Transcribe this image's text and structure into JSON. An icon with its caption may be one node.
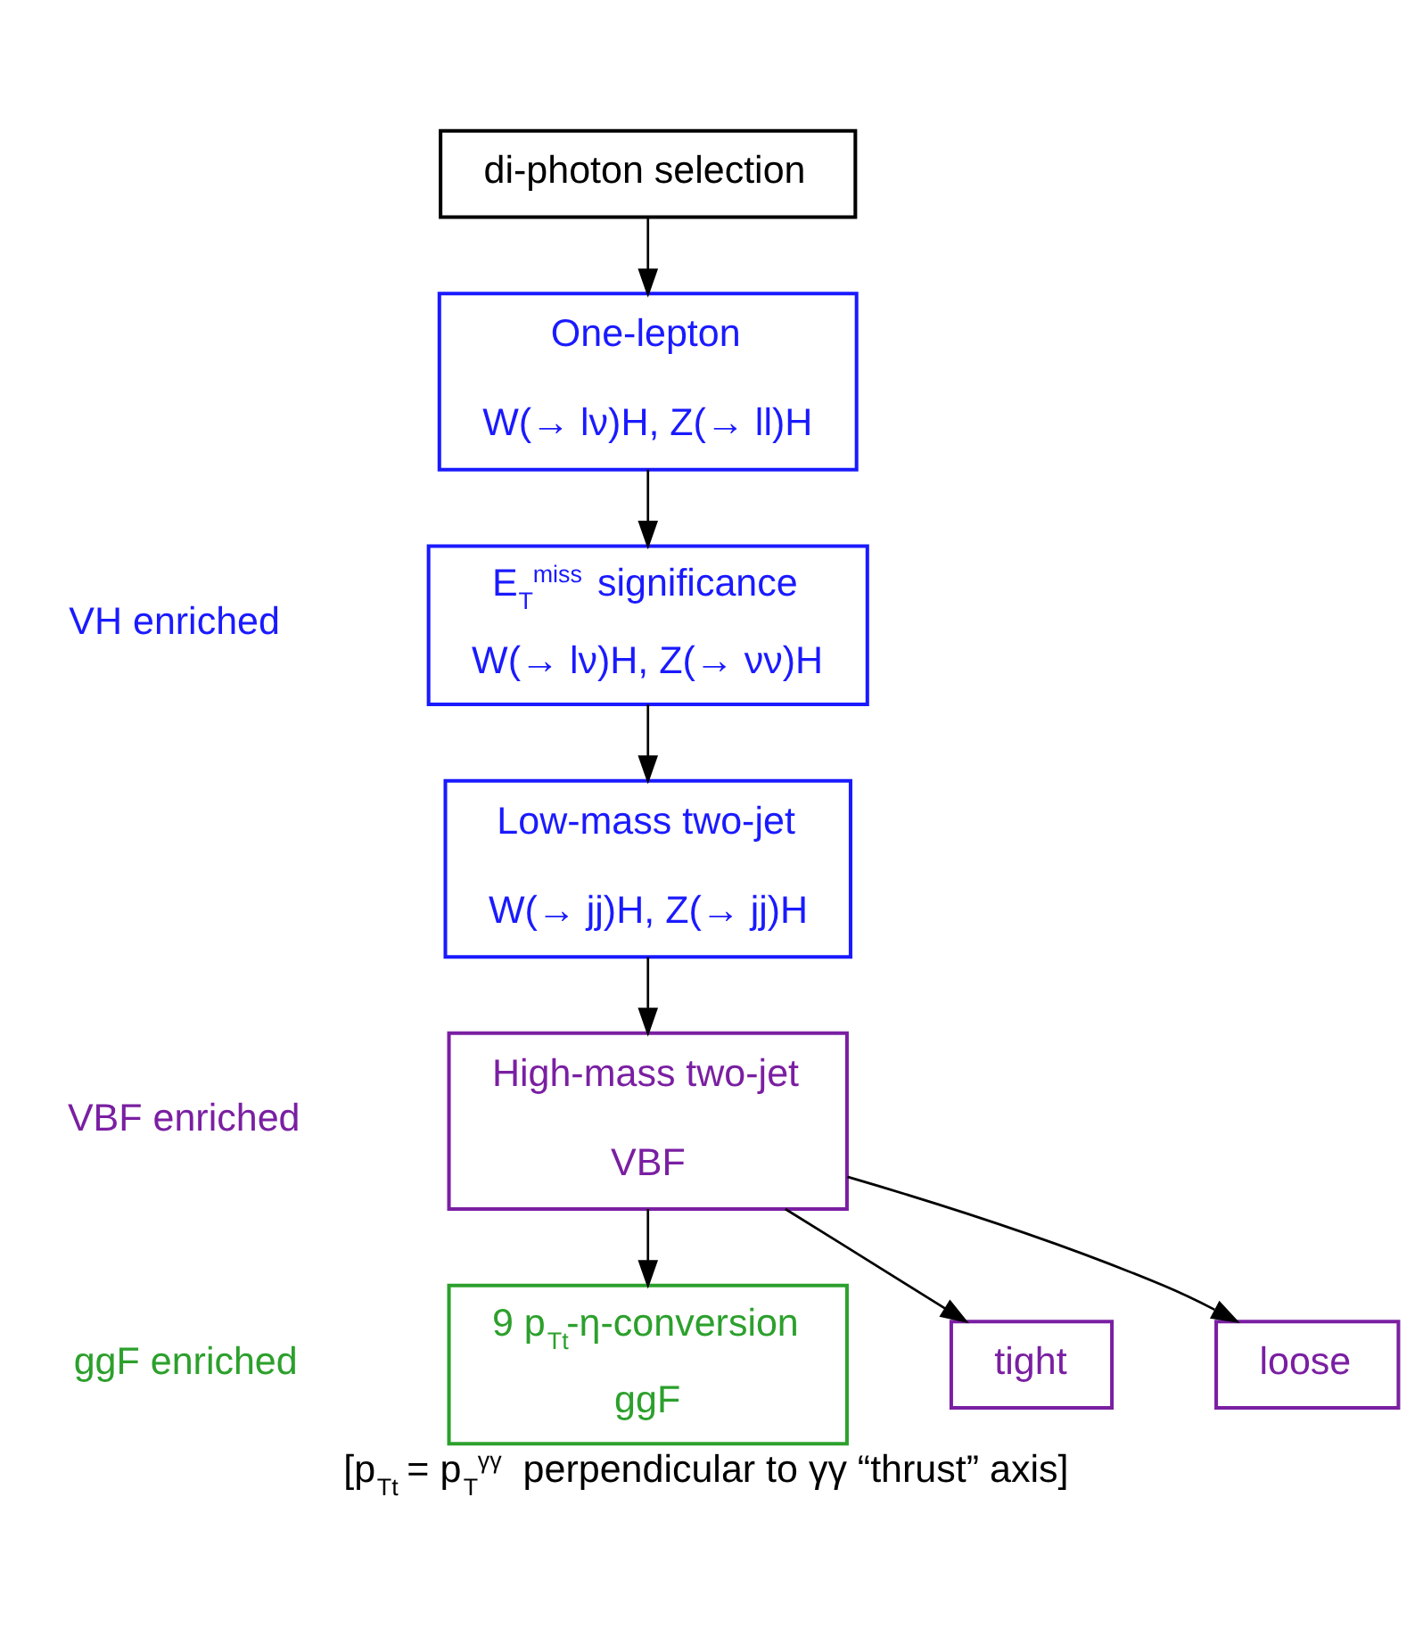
{
  "diagram": {
    "caption": "[p$_{Tt}$ = p$_{T}$$^{γγ}$ perpendicular to γγ “thrust” axis]",
    "nodes": [
      {
        "text": [
          "di-photon selection"
        ]
      },
      {
        "text": [
          "One-lepton",
          "W(→ lν)H, Z(→ ll)H"
        ]
      },
      {
        "text": [
          "E$_{T}$$^{miss}$ significance",
          "W(→ lν)H, Z(→ νν)H"
        ]
      },
      {
        "text": [
          "Low-mass two-jet",
          "W(→ jj)H, Z(→ jj)H"
        ]
      },
      {
        "text": [
          "High-mass two-jet",
          "VBF"
        ]
      },
      {
        "text": [
          "tight"
        ]
      },
      {
        "text": [
          "loose"
        ]
      },
      {
        "text": [
          "9 p$_{Tt}$-η-conversion",
          "ggF"
        ]
      }
    ],
    "edges": [
      {
        "from": 0,
        "to": 1,
        "arrow": "to"
      },
      {
        "from": 1,
        "to": 2,
        "arrow": "to"
      },
      {
        "from": 2,
        "to": 3,
        "arrow": "to"
      },
      {
        "from": 3,
        "to": 4,
        "arrow": "to"
      },
      {
        "from": 4,
        "to": 5,
        "arrow": "to"
      },
      {
        "from": 4,
        "to": 6,
        "arrow": "to"
      },
      {
        "from": 4,
        "to": 7,
        "arrow": "to"
      }
    ],
    "labels": [
      "VH enriched",
      "VBF enriched",
      "ggF enriched"
    ]
  }
}
